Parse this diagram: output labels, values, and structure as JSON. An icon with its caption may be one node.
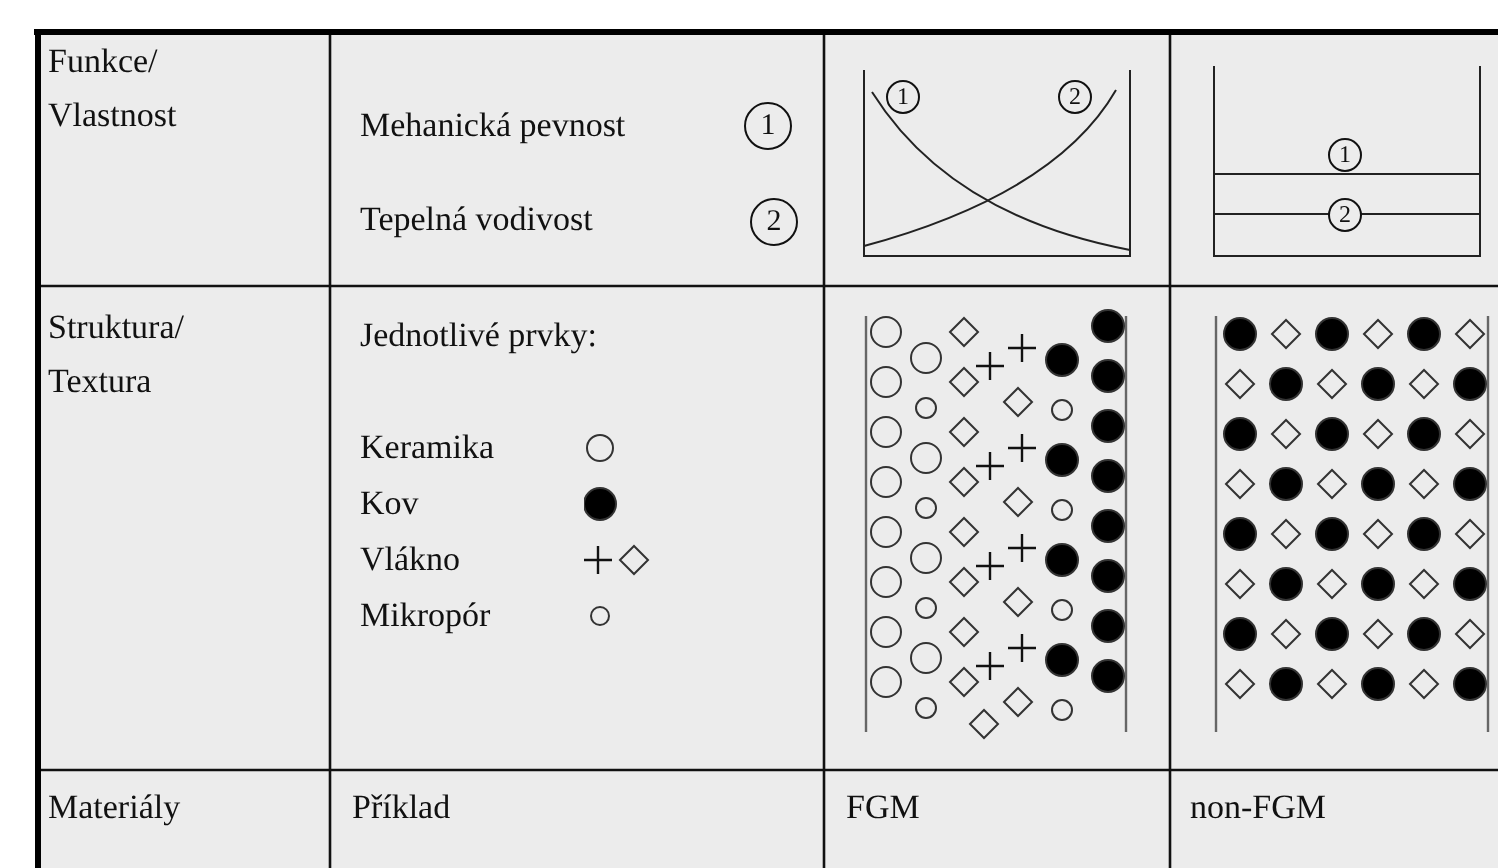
{
  "diagram": {
    "labels": [
      "Funkce/ Vlastnost",
      "Mehanická pevnost",
      "1",
      "Tepelná vodivost",
      "2",
      "1",
      "2",
      "1",
      "2",
      "Struktura/ Textura",
      "Jednotlivé prvky:",
      "Materiály",
      "Příklad",
      "FGM",
      "non-FGM"
    ],
    "legend": [
      {
        "text": "Keramika"
      },
      {
        "text": "Kov"
      },
      {
        "text": "Vlákno"
      },
      {
        "text": "Mikropór"
      }
    ]
  }
}
